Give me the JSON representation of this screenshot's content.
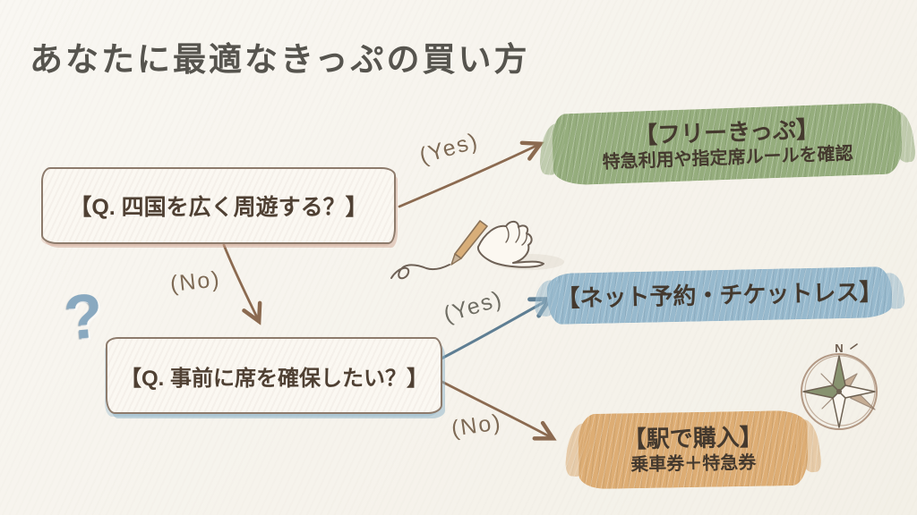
{
  "slide": {
    "title": "あなたに最適なきっぷの買い方"
  },
  "flowchart": {
    "questions": [
      {
        "id": "q1",
        "label": "【Q. 四国を広く周遊する？】"
      },
      {
        "id": "q2",
        "label": "【Q. 事前に席を確保したい？】"
      }
    ],
    "edges": [
      {
        "from": "q1",
        "answer": "(Yes)",
        "to": "free_pass"
      },
      {
        "from": "q1",
        "answer": "(No)",
        "to": "q2"
      },
      {
        "from": "q2",
        "answer": "(Yes)",
        "to": "online"
      },
      {
        "from": "q2",
        "answer": "(No)",
        "to": "station"
      }
    ],
    "outcomes": [
      {
        "id": "free_pass",
        "title": "【フリーきっぷ】",
        "subtitle": "特急利用や指定席ルールを確認",
        "highlight_color": "#95ad7d"
      },
      {
        "id": "online",
        "title": "【ネット予約・チケットレス】",
        "subtitle": "",
        "highlight_color": "#97b9cd"
      },
      {
        "id": "station",
        "title": "【駅で購入】",
        "subtitle": "乗車券＋特急券",
        "highlight_color": "#ddad74"
      }
    ]
  },
  "icons": {
    "question_mark": "?",
    "compass_north_label": "N"
  },
  "colors": {
    "background": "#f7f4ee",
    "title_text": "#56544e",
    "box_text": "#4f4033",
    "arrow_brown": "#8b6a50",
    "arrow_blue": "#5e7e93",
    "edge_label_text": "#7e6a55",
    "outcome_text": "#44392e"
  }
}
